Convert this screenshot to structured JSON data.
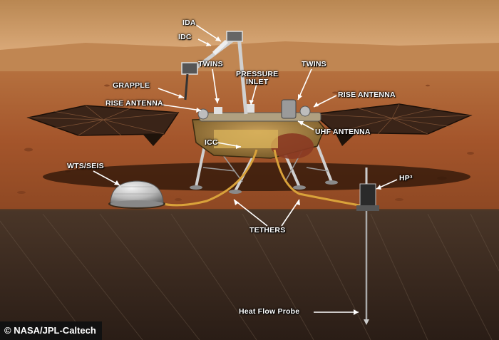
{
  "labels": {
    "ida": "IDA",
    "idc": "IDC",
    "twins_left": "TWINS",
    "pressure_inlet": "PRESSURE\nINLET",
    "twins_right": "TWINS",
    "grapple": "GRAPPLE",
    "rise_antenna_left": "RISE ANTENNA",
    "rise_antenna_right": "RISE ANTENNA",
    "uhf_antenna": "UHF ANTENNA",
    "icc": "ICC",
    "wts_seis": "WTS/SEIS",
    "hp3": "HP³",
    "tethers": "TETHERS",
    "heat_flow_probe": "Heat Flow Probe"
  },
  "credit": "© NASA/JPL-Caltech",
  "colors": {
    "sky": "#c9915a",
    "ground": "#a8552a",
    "subsurface": "#3a2a20",
    "tether": "#d9a23a",
    "label": "#ffffff"
  }
}
